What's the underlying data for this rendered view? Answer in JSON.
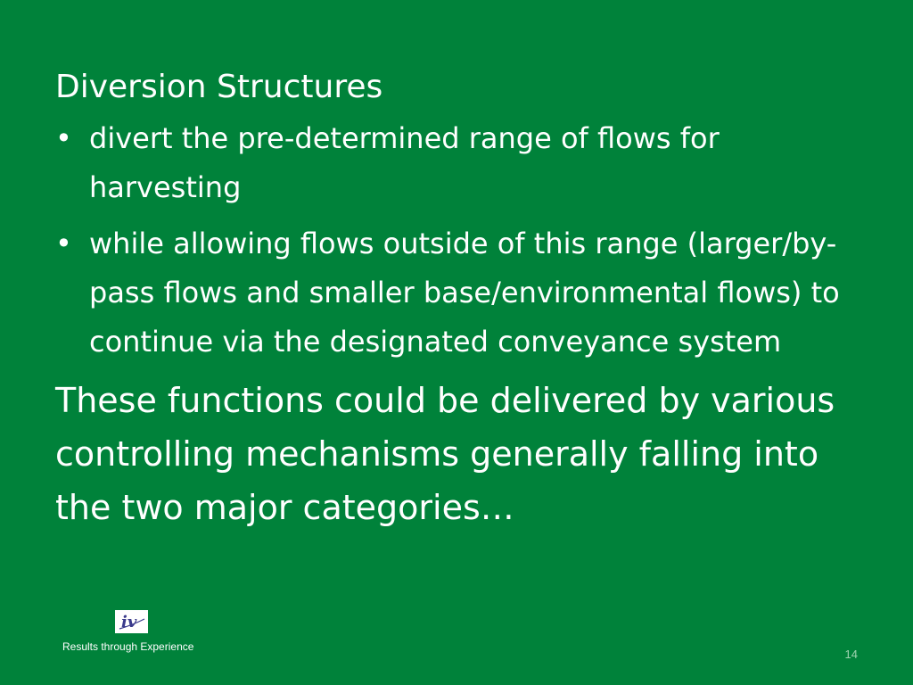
{
  "slide": {
    "heading": "Diversion Structures",
    "bullets": [
      "divert the pre-determined range of flows for harvesting",
      "while allowing flows outside of this range (larger/by-pass flows and smaller base/environmental flows) to continue via the designated conveyance system"
    ],
    "closing": "These functions could be delivered by various controlling mechanisms generally falling into the two major categories…"
  },
  "footer": {
    "logo_icon": "iv-logo-icon",
    "tagline": "Results through Experience",
    "page_number": "14"
  },
  "colors": {
    "background": "#00823a",
    "text": "#ffffff",
    "page_number": "#9fd3b0",
    "logo_text": "#3a3a8c"
  }
}
